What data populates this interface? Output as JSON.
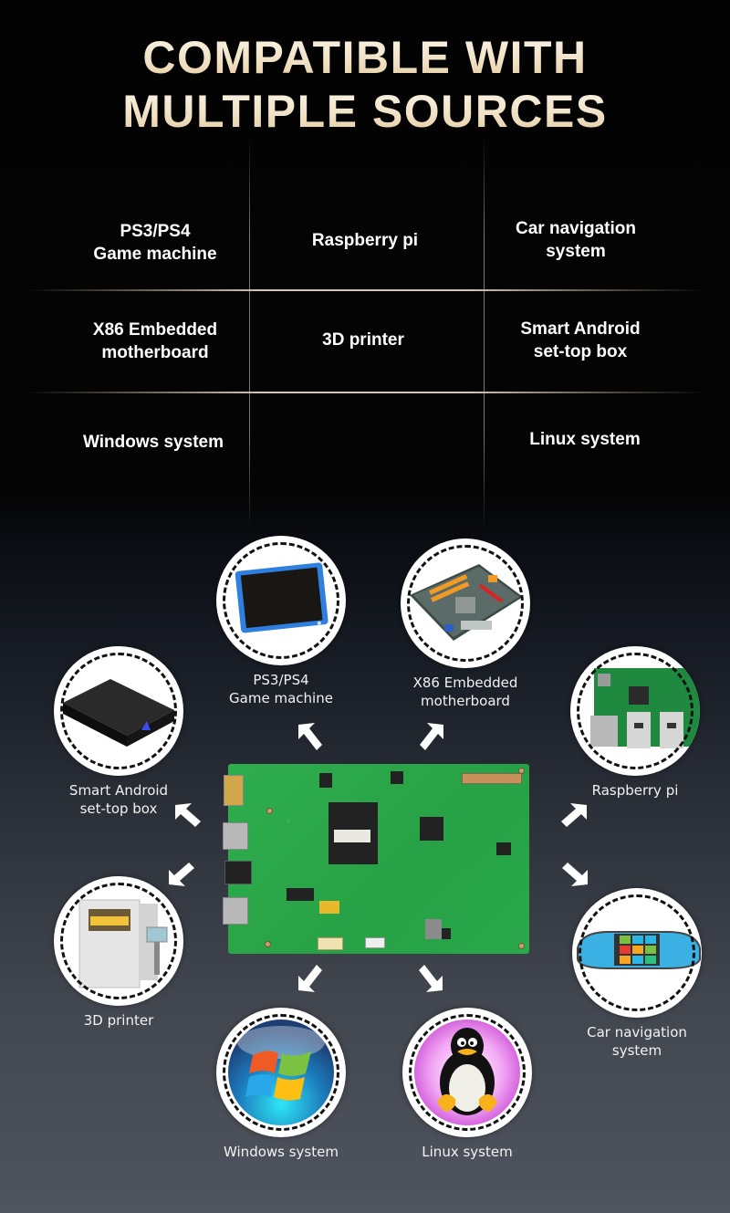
{
  "header": {
    "title_line1": "COMPATIBLE WITH",
    "title_line2": "MULTIPLE SOURCES"
  },
  "grid": {
    "rows": [
      [
        "PS3/PS4\nGame machine",
        "Raspberry pi",
        "Car navigation\nsystem"
      ],
      [
        "X86 Embedded\nmotherboard",
        "3D printer",
        "Smart Android\nset-top box"
      ],
      [
        "Windows system",
        "",
        "Linux system"
      ]
    ],
    "cells": {
      "r0c0_l1": "PS3/PS4",
      "r0c0_l2": "Game machine",
      "r0c1": "Raspberry pi",
      "r0c2_l1": "Car navigation",
      "r0c2_l2": "system",
      "r1c0_l1": "X86 Embedded",
      "r1c0_l2": "motherboard",
      "r1c1": "3D printer",
      "r1c2_l1": "Smart Android",
      "r1c2_l2": "set-top box",
      "r2c0": "Windows system",
      "r2c2": "Linux system"
    },
    "line_color": "#d7c9b3"
  },
  "diagram": {
    "center": "Display driver board (PCB)",
    "nodes": [
      {
        "id": "ps",
        "icon": "portable-monitor-icon",
        "l1": "PS3/PS4",
        "l2": "Game machine"
      },
      {
        "id": "x86",
        "icon": "motherboard-icon",
        "l1": "X86 Embedded",
        "l2": "motherboard"
      },
      {
        "id": "android",
        "icon": "set-top-box-icon",
        "l1": "Smart Android",
        "l2": "set-top box"
      },
      {
        "id": "rpi",
        "icon": "raspberry-pi-icon",
        "l1": "Raspberry pi",
        "l2": ""
      },
      {
        "id": "printer",
        "icon": "3d-printer-icon",
        "l1": "3D printer",
        "l2": ""
      },
      {
        "id": "car",
        "icon": "car-mirror-navigation-icon",
        "l1": "Car navigation",
        "l2": "system"
      },
      {
        "id": "windows",
        "icon": "windows-logo-icon",
        "l1": "Windows system",
        "l2": ""
      },
      {
        "id": "linux",
        "icon": "linux-penguin-icon",
        "l1": "Linux system",
        "l2": ""
      }
    ]
  },
  "colors": {
    "title_gold": "#e3c99c",
    "pcb_green": "#2aa64a",
    "background_bottom": "#50545e"
  }
}
